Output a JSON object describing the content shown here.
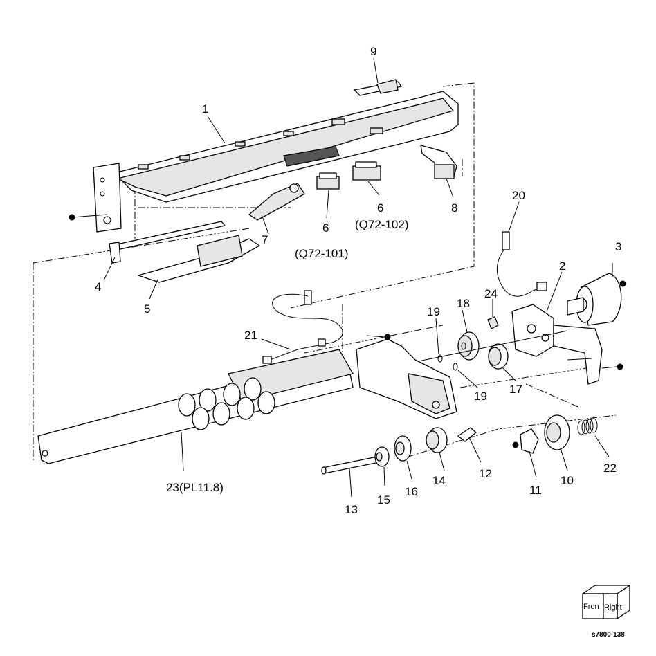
{
  "callouts": {
    "c1": "1",
    "c2": "2",
    "c3": "3",
    "c4": "4",
    "c5": "5",
    "c6a": "6",
    "c6a_ref": "(Q72-101)",
    "c6b": "6",
    "c6b_ref": "(Q72-102)",
    "c7": "7",
    "c8": "8",
    "c9": "9",
    "c10": "10",
    "c11": "11",
    "c12": "12",
    "c13": "13",
    "c14": "14",
    "c15": "15",
    "c16": "16",
    "c17": "17",
    "c18": "18",
    "c19a": "19",
    "c19b": "19",
    "c20": "20",
    "c21": "21",
    "c22": "22",
    "c23": "23(PL11.8)",
    "c24": "24"
  },
  "orientation_cube": {
    "front": "Fron",
    "right": "Right"
  },
  "drawing_code": "s7800-138"
}
